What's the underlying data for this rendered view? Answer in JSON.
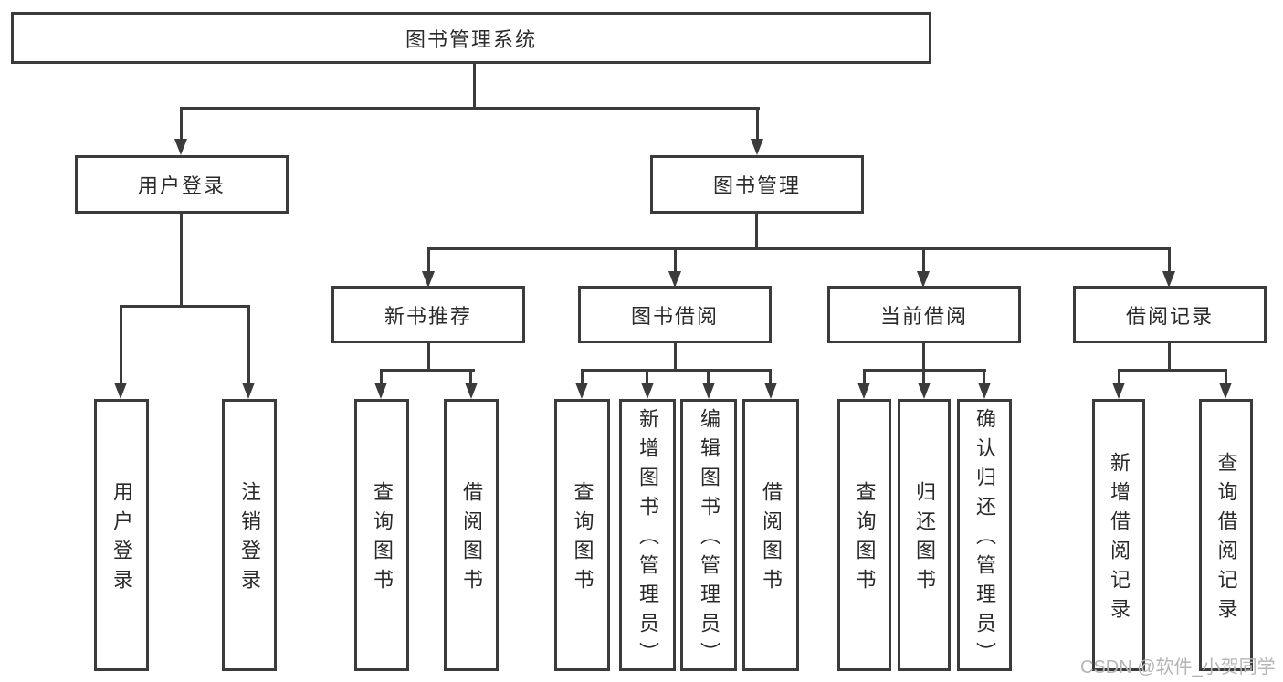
{
  "diagram": {
    "type": "hierarchy-tree",
    "orientation": "top-down"
  },
  "colors": {
    "background": "#ffffff",
    "line": "#3b3b3b",
    "box_border": "#3b3b3b",
    "box_fill": "#ffffff",
    "text": "#2a2a2a",
    "watermark": "#b5b5b5"
  },
  "tree": {
    "label": "图书管理系统",
    "children": [
      {
        "label": "用户登录",
        "children": [
          {
            "label": "用户登录"
          },
          {
            "label": "注销登录"
          }
        ]
      },
      {
        "label": "图书管理",
        "children": [
          {
            "label": "新书推荐",
            "children": [
              {
                "label": "查询图书"
              },
              {
                "label": "借阅图书"
              }
            ]
          },
          {
            "label": "图书借阅",
            "children": [
              {
                "label": "查询图书"
              },
              {
                "label": "新增图书（管理员）"
              },
              {
                "label": "编辑图书（管理员）"
              },
              {
                "label": "借阅图书"
              }
            ]
          },
          {
            "label": "当前借阅",
            "children": [
              {
                "label": "查询图书"
              },
              {
                "label": "归还图书"
              },
              {
                "label": "确认归还（管理员）"
              }
            ]
          },
          {
            "label": "借阅记录",
            "children": [
              {
                "label": "新增借阅记录"
              },
              {
                "label": "查询借阅记录"
              }
            ]
          }
        ]
      }
    ]
  },
  "watermark": {
    "text": "CSDN @软件_小贺同学"
  }
}
